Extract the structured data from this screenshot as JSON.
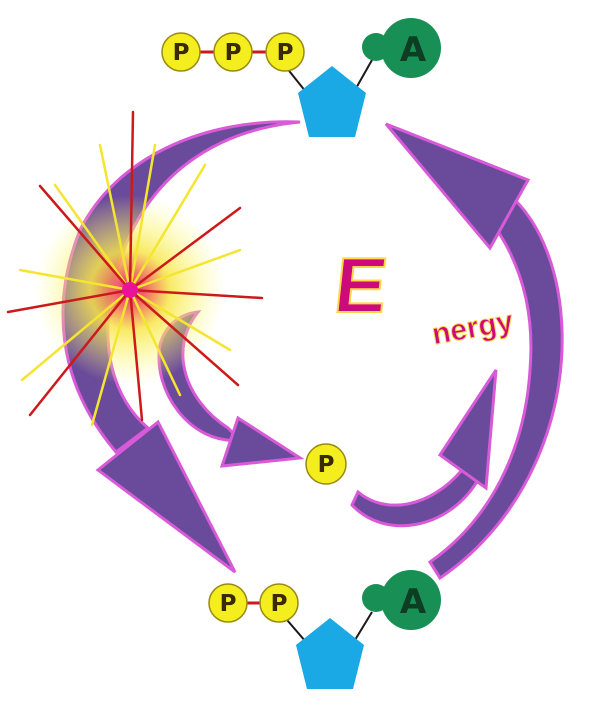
{
  "atp": {
    "phosphates": [
      "P",
      "P",
      "P"
    ],
    "adenine": "A"
  },
  "adp": {
    "phosphates": [
      "P",
      "P"
    ],
    "adenine": "A"
  },
  "free_phosphate": "P",
  "energy_label": {
    "big": "E",
    "rest": "nergy"
  },
  "colors": {
    "phosphate": "#f4ee1e",
    "phosphate_stroke": "#9a8a10",
    "ribose": "#1aa9e4",
    "adenine": "#188f55",
    "arrow": "#6a4a9a",
    "arrow_outline": "#d85ad8",
    "energy": "#cc0a7c",
    "burst_red": "#cc1a1a",
    "burst_yellow": "#f4e530"
  }
}
